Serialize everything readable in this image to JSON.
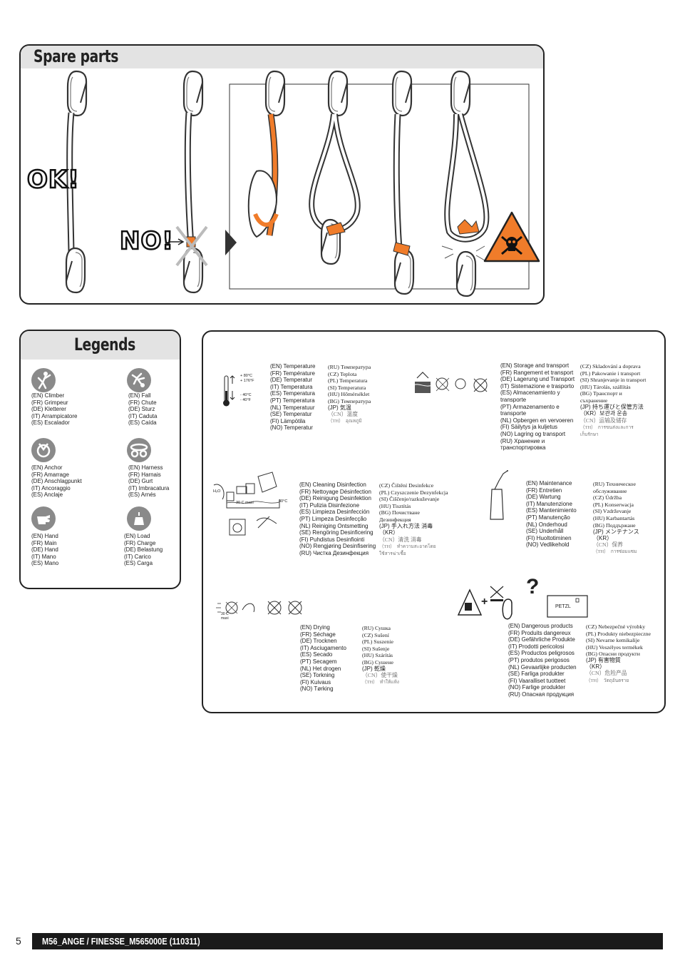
{
  "spare_parts": {
    "title": "Spare parts",
    "ok_label": "OK!",
    "no_label": "NO!"
  },
  "legends": {
    "title": "Legends",
    "items": [
      {
        "icon": "climber-icon",
        "text": "(EN) Climber\n(FR) Grimpeur\n(DE) Kletterer\n(IT) Arrampicatore\n(ES) Escalador"
      },
      {
        "icon": "fall-icon",
        "text": "(EN) Fall\n(FR) Chute\n(DE) Sturz\n(IT) Caduta\n(ES) Caída"
      },
      {
        "icon": "anchor-icon",
        "text": "(EN) Anchor\n(FR) Amarrage\n(DE) Anschlagpunkt\n(IT) Ancoraggio\n(ES) Anclaje"
      },
      {
        "icon": "harness-icon",
        "text": "(EN) Harness\n(FR) Harnais\n(DE) Gurt\n(IT) Imbracatura\n(ES) Arnés"
      },
      {
        "icon": "hand-icon",
        "text": "(EN) Hand\n(FR) Main\n(DE) Hand\n(IT) Mano\n(ES) Mano"
      },
      {
        "icon": "load-icon",
        "text": "(EN) Load\n(FR) Charge\n(DE) Belastung\n(IT) Carico\n(ES) Carga"
      }
    ]
  },
  "care": {
    "temperature": {
      "labels_high": "+ 80°C\n+ 176°F",
      "labels_low": "- 40°C\n- 40°F",
      "col1": "(EN) Temperature\n(FR) Température\n(DE) Temperatur\n(IT) Temperatura\n(ES) Temperatura\n(PT) Temperatura\n(NL) Temperatuur\n(SE) Temperatur\n(FI) Lämpötila\n(NO) Temperatur",
      "col2": "(RU) Температура\n(CZ) Teplota\n(PL) Temperatura\n(SI) Temperatura\n(HU) Hőmérséklet\n(BG) Температура",
      "col2_jp": "(JP) 気温",
      "col2_cn": "（CN）温度",
      "col2_th": "（TH）  อุณหภูมิ"
    },
    "storage": {
      "col1": "(EN) Storage and transport\n(FR) Rangement et transport\n(DE) Lagerung und Transport\n(IT) Sistemazione e trasporto\n(ES) Almacenamiento y\ntransporte\n(PT) Armazenamento e\ntransporte\n(NL) Opbergen en vervoeren\n(FI) Säilytys ja kuljetus\n(NO) Lagring og transport\n(RU) Хранение и\nтранспортировка",
      "col2": "(CZ) Skladování a doprava\n(PL) Pakowanie i transport\n(SI) Shranjevanje in transport\n(HU) Tárolás, szállítás\n(BG) Транспорт и\nсъхранение",
      "col2_jp": "(JP) 持ち運びと保管方法",
      "col2_kr": "（KR）보관과 운송",
      "col2_cn": "（CN）运输及储存",
      "col2_th": "（TH）  การขนส่งและการ\nเก็บรักษา"
    },
    "cleaning": {
      "water_label": "30 C maxi",
      "h2o_label": "H₂O",
      "deg_label": "40°C",
      "col1": "(EN) Cleaning Disinfection\n(FR) Nettoyage Désinfection\n(DE) Reinigung Desinfektion\n(IT) Pulizia Disinfezione\n(ES) Limpieza Desinfección\n(PT) Limpeza Desinfecção\n(NL) Reiniging Ontsmetting\n(SE) Rengöring Desinficering\n(FI) Puhdistus Desinfiointi\n(NO) Rengjøring Desinfisering\n(RU) Чистка Дезинфекция",
      "col2": "(CZ) Čištění Desinfekce\n(PL) Czyszczenie Dezynfekcja\n(SI) Čiščenje/razkuževanje\n(HU) Tisztítás\n(BG) Почистване\nДезинфекция",
      "col2_jp": "(JP) 手入れ方法 消毒",
      "col2_kr": "（KR）",
      "col2_cn": "（CN）清洗 消毒",
      "col2_th": "（TH）  ทำความสะอาดโดย\nใช้สารฆ่าเชื้อ"
    },
    "maintenance": {
      "col1": "(EN) Maintenance\n(FR) Entretien\n(DE) Wartung\n(IT) Manutenzione\n(ES) Mantenimiento\n(PT) Manutenção\n(NL) Onderhoud\n(SE) Underhåll\n(FI) Huoltotiminen\n(NO) Vedlikehold",
      "col2": "(RU) Техническое\nобслуживание\n(CZ) Údržba\n(PL) Konserwacja\n(SI) Vzdrževanje\n(HU) Karbantartás\n(BG) Поддържане",
      "col2_jp": "(JP) メンテナンス",
      "col2_kr": "（KR）",
      "col2_cn": "（CN）保养",
      "col2_th": "（TH）  การซ่อมแซม"
    },
    "drying": {
      "deg_label": "30 C\nmaxi",
      "col1": "(EN) Drying\n(FR) Séchage\n(DE) Trocknen\n(IT) Asciugamento\n(ES) Secado\n(PT) Secagem\n(NL) Het drogen\n(SE) Torkning\n(FI) Kuivaus\n(NO) Tørking",
      "col2": "(RU) Сушка\n(CZ) Sušení\n(PL) Suszenie\n(SI) Sušenje\n(HU) Szárítás\n(BG) Сушене",
      "col2_jp": "(JP) 乾燥",
      "col2_cn": "（CN）使干燥",
      "col2_th": "（TH）  ทำให้แห้ง"
    },
    "dangerous": {
      "box_label": "PETZL",
      "question": "?",
      "plus": "+",
      "col1": "(EN) Dangerous products\n(FR) Produits dangereux\n(DE) Gefährliche Produkte\n(IT) Prodotti pericolosi\n(ES) Productos peligrosos\n(PT) produtos perigosos\n(NL) Gevaarlijke producten\n(SE) Farliga produkter\n(FI) Vaaralliset tuotteet\n(NO) Farlige produkter\n(RU) Опасная продукция",
      "col2": "(CZ) Nebezpečné výrobky\n(PL) Produkty niebezpieczne\n(SI) Nevarne kemikalije\n(HU) Veszélyes termékek\n(BG) Опасни продукти",
      "col2_jp": "(JP) 有害物質",
      "col2_kr": "（KR）",
      "col2_cn": "（CN）危险产品",
      "col2_th": "（TH）  วัตถุอันตราย"
    }
  },
  "footer": {
    "page_number": "5",
    "doc_ref": "M56_ANGE / FINESSE_M565000E (110311)"
  },
  "colors": {
    "orange": "#f07c2a",
    "header_grey": "#e3e3e3",
    "footer_black": "#1a1a1a",
    "icon_grey": "#8a8a8a"
  }
}
